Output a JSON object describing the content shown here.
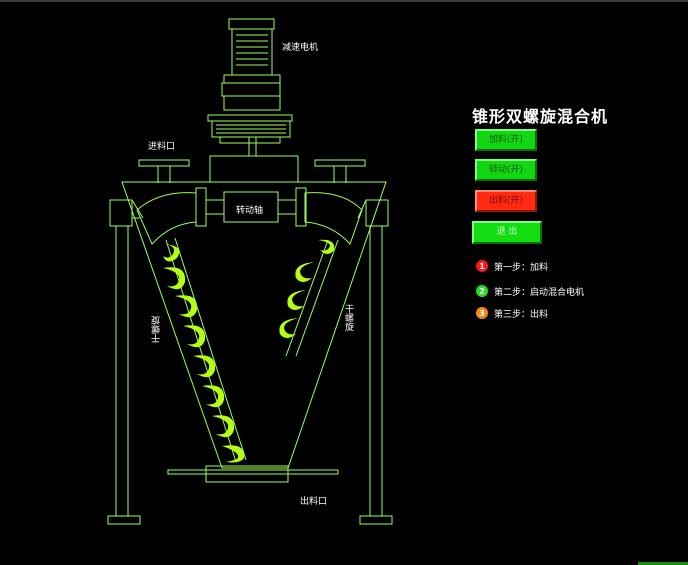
{
  "title": "锥形双螺旋混合机",
  "labels": {
    "motor": "减速电机",
    "inlet": "进料口",
    "shaft": "转动轴",
    "outlet": "出料口",
    "left_screw": "干螺旋",
    "right_screw": "干螺旋"
  },
  "buttons": {
    "feed": "加料(开)",
    "rotate": "转动(开)",
    "discharge": "出料(开)",
    "exit": "退 出"
  },
  "steps": [
    {
      "num": "1",
      "text": "第一步：加料",
      "color": "#ff1a1a"
    },
    {
      "num": "2",
      "text": "第二步：启动混合电机",
      "color": "#22dd22"
    },
    {
      "num": "3",
      "text": "第三步：出料",
      "color": "#f08a1a"
    }
  ],
  "colors": {
    "line": "#9bff5a",
    "screw": "#b4ff14",
    "button_green": "#13d613",
    "button_red": "#ff2a12"
  }
}
